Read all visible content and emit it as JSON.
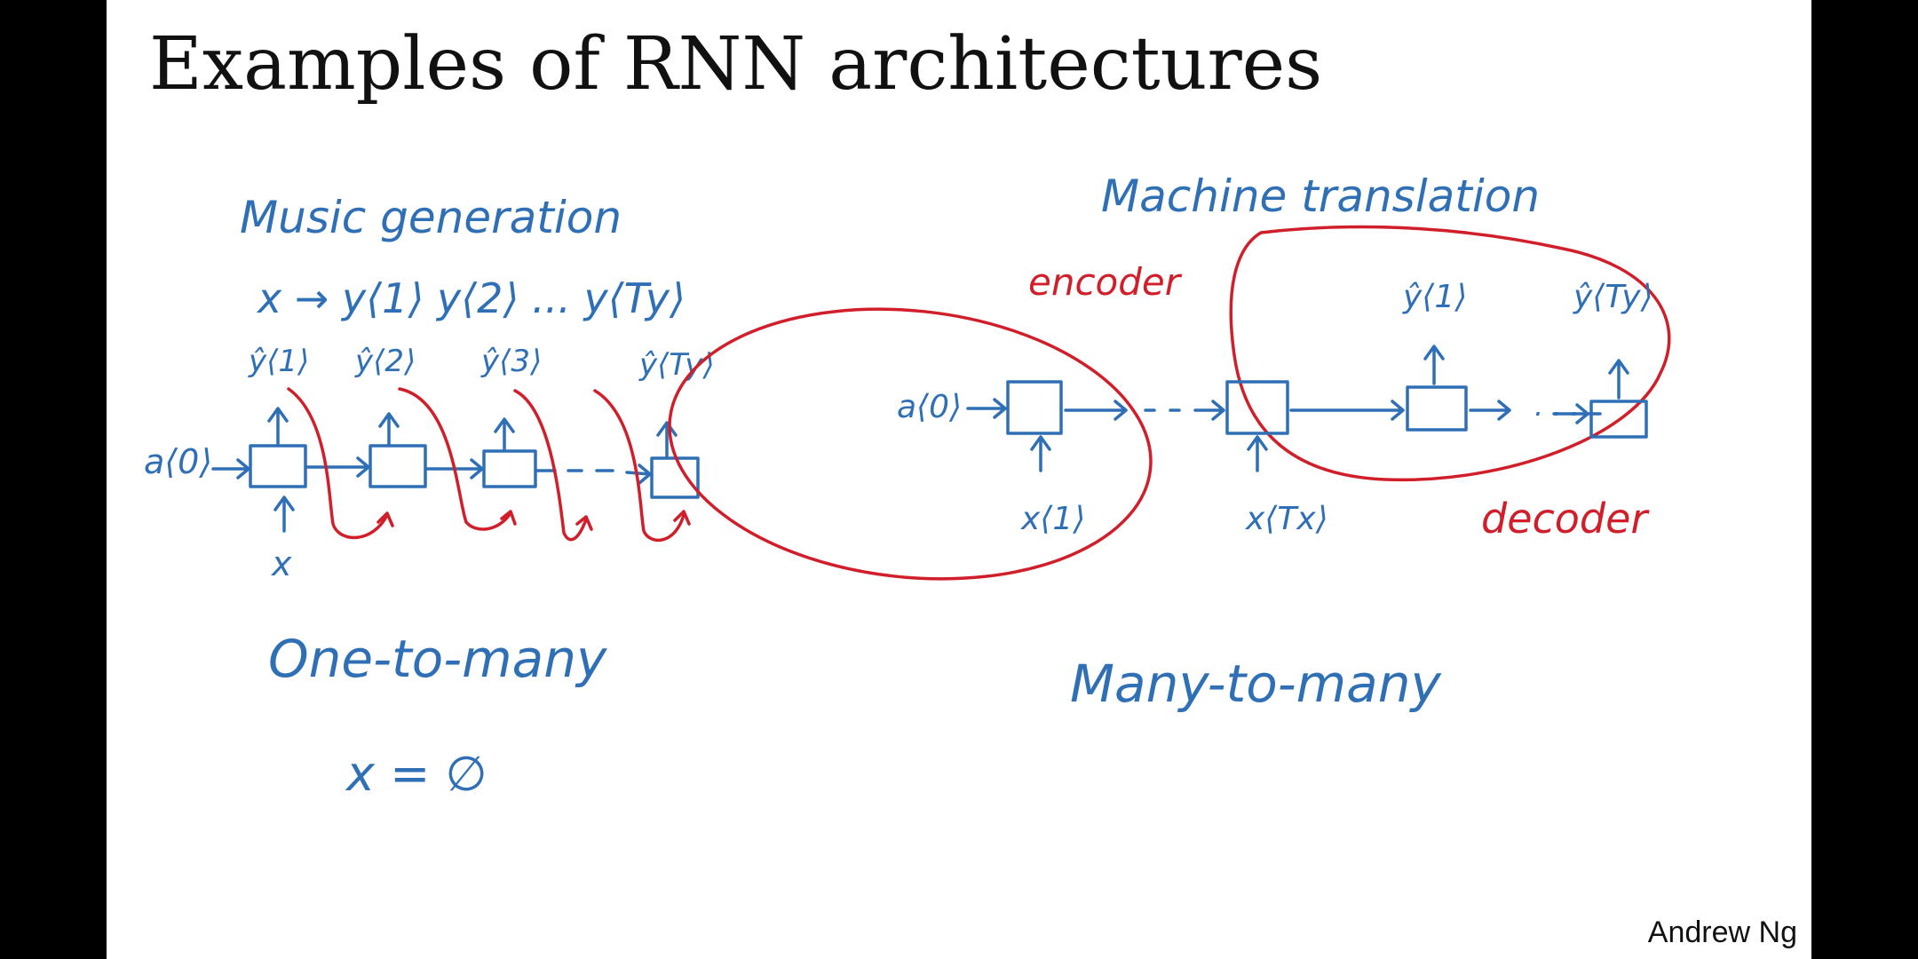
{
  "title": "Examples of RNN architectures",
  "author": "Andrew Ng",
  "colors": {
    "ink_blue": "#2f6fb5",
    "ink_red": "#d01f2a",
    "slide_bg": "#ffffff",
    "frame": "#000000"
  },
  "left": {
    "heading": "Music generation",
    "mapping": "x → y⟨1⟩ y⟨2⟩ ... y⟨Ty⟩",
    "initial_state": "a⟨0⟩",
    "input": "x",
    "outputs": [
      "ŷ⟨1⟩",
      "ŷ⟨2⟩",
      "ŷ⟨3⟩",
      "ŷ⟨Ty⟩"
    ],
    "dots": "- -",
    "type": "One-to-many",
    "note": "x = ∅"
  },
  "right": {
    "heading": "Machine translation",
    "encoder_label": "encoder",
    "decoder_label": "decoder",
    "initial_state": "a⟨0⟩",
    "inputs": [
      "x⟨1⟩",
      "x⟨Tx⟩"
    ],
    "outputs": [
      "ŷ⟨1⟩",
      "ŷ⟨Ty⟩"
    ],
    "dots": ". . .",
    "type": "Many-to-many"
  }
}
